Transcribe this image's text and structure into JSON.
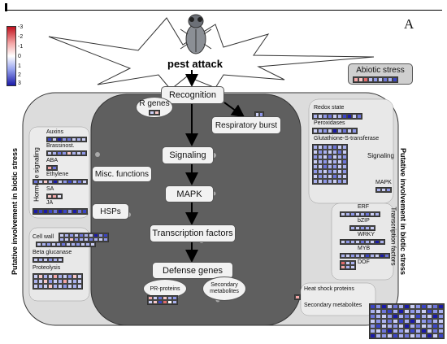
{
  "panel_letter": "A",
  "pest_attack_label": "pest attack",
  "legend_ticks": [
    "-3",
    "-2",
    "-1",
    "0",
    "1",
    "2",
    "3"
  ],
  "abiotic_stress_label": "Abiotic stress",
  "flow": {
    "recognition": "Recognition",
    "r_genes": "R genes",
    "respiratory_burst": "Respiratory burst",
    "signaling": "Signaling",
    "mapk": "MAPK",
    "transcription_factors": "Transcription factors",
    "defense_genes": "Defense genes",
    "pr_proteins": "PR-proteins",
    "secondary_metabolites_l1": "Secondary",
    "secondary_metabolites_l2": "metabolites"
  },
  "left": {
    "hormone_signaling": "Hormone signaling",
    "auxins": "Auxins",
    "brassinost": "Brassinost.",
    "aba": "ABA",
    "ethylene": "Ethylene",
    "sa": "SA",
    "ja": "JA",
    "misc_functions": "Misc. functions",
    "hsps": "HSPs",
    "cell_wall": "Cell wall",
    "beta_glucanase": "Beta glucanase",
    "proteolysis": "Proteolysis"
  },
  "right": {
    "redox_state": "Redox state",
    "peroxidases": "Peroxidases",
    "glutathione": "Glutathione-S-transferase",
    "signaling": "Signaling",
    "mapk": "MAPK",
    "erf": "ERF",
    "bzip": "bZIP",
    "wrky": "WRKY",
    "myb": "MYB",
    "dof": "DOF",
    "transcription_factors": "Transcription factors",
    "heat_shock_proteins": "Heat shock proteins",
    "secondary_metabolites": "Secondary metabolites"
  },
  "side_label": "Putative involvement in biotic stress"
}
